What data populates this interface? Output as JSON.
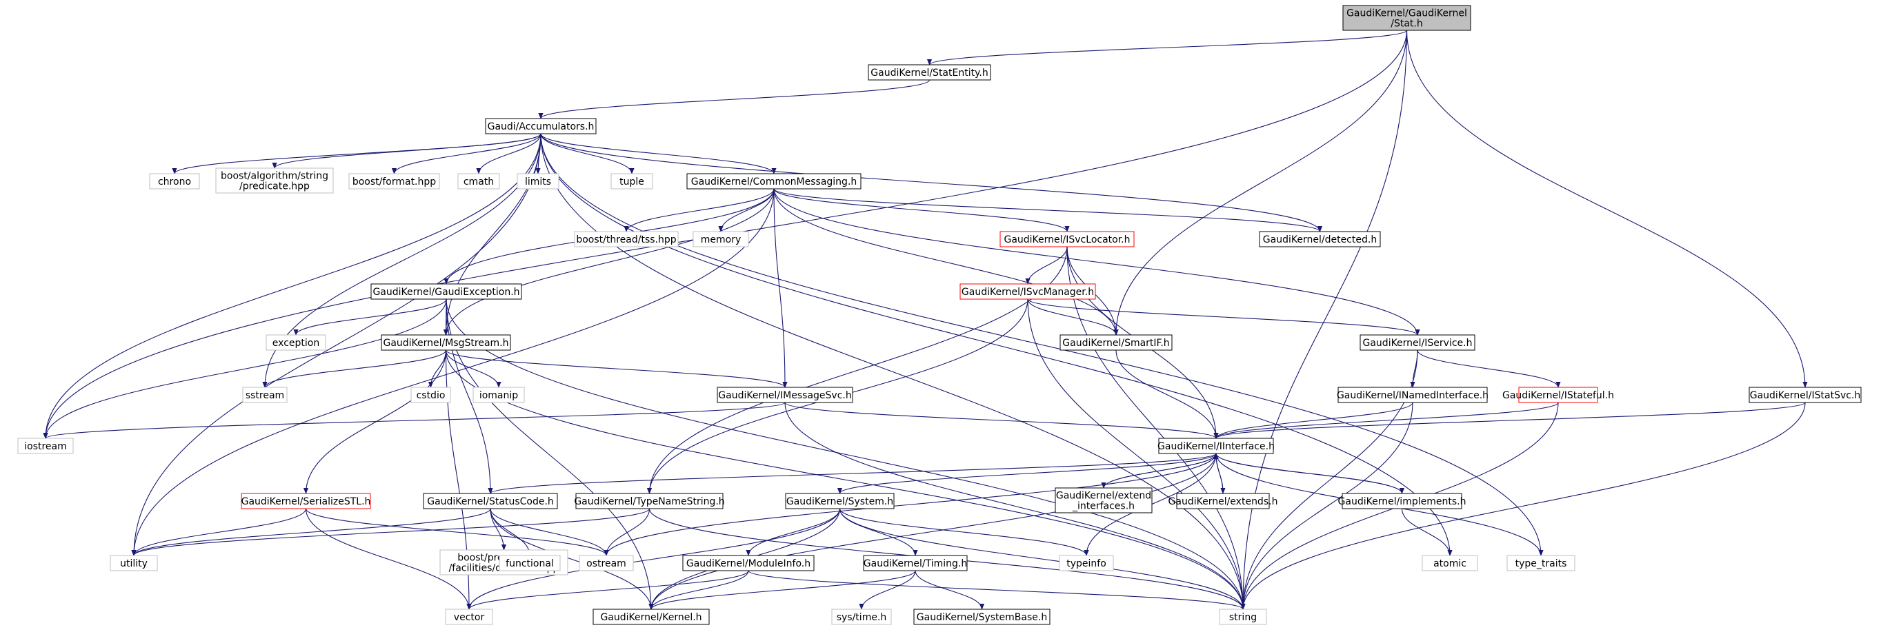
{
  "graph": {
    "colors": {
      "edge": "#191970",
      "box_border": "#000000",
      "root_fill": "#bfbfbf",
      "external_border": "#bfbfbf",
      "truncated_border": "#ff0000",
      "background": "#ffffff"
    },
    "nodes": [
      {
        "id": "root",
        "lines": [
          "GaudiKernel/GaudiKernel",
          "/Stat.h"
        ],
        "kind": "root"
      },
      {
        "id": "statentity",
        "lines": [
          "GaudiKernel/StatEntity.h"
        ],
        "kind": "header"
      },
      {
        "id": "accumulators",
        "lines": [
          "Gaudi/Accumulators.h"
        ],
        "kind": "header"
      },
      {
        "id": "chrono",
        "lines": [
          "chrono"
        ],
        "kind": "external"
      },
      {
        "id": "boost_pred",
        "lines": [
          "boost/algorithm/string",
          "/predicate.hpp"
        ],
        "kind": "external"
      },
      {
        "id": "boost_format",
        "lines": [
          "boost/format.hpp"
        ],
        "kind": "external"
      },
      {
        "id": "cmath",
        "lines": [
          "cmath"
        ],
        "kind": "external"
      },
      {
        "id": "limits",
        "lines": [
          "limits"
        ],
        "kind": "external"
      },
      {
        "id": "tuple",
        "lines": [
          "tuple"
        ],
        "kind": "external"
      },
      {
        "id": "commonmsg",
        "lines": [
          "GaudiKernel/CommonMessaging.h"
        ],
        "kind": "header"
      },
      {
        "id": "tss",
        "lines": [
          "boost/thread/tss.hpp"
        ],
        "kind": "external"
      },
      {
        "id": "memory",
        "lines": [
          "memory"
        ],
        "kind": "external"
      },
      {
        "id": "isvclocator",
        "lines": [
          "GaudiKernel/ISvcLocator.h"
        ],
        "kind": "truncated"
      },
      {
        "id": "detected",
        "lines": [
          "GaudiKernel/detected.h"
        ],
        "kind": "header"
      },
      {
        "id": "gaudiexc",
        "lines": [
          "GaudiKernel/GaudiException.h"
        ],
        "kind": "header"
      },
      {
        "id": "isvcmanager",
        "lines": [
          "GaudiKernel/ISvcManager.h"
        ],
        "kind": "truncated"
      },
      {
        "id": "exception",
        "lines": [
          "exception"
        ],
        "kind": "external"
      },
      {
        "id": "msgstream",
        "lines": [
          "GaudiKernel/MsgStream.h"
        ],
        "kind": "header"
      },
      {
        "id": "smartif",
        "lines": [
          "GaudiKernel/SmartIF.h"
        ],
        "kind": "header"
      },
      {
        "id": "iservice",
        "lines": [
          "GaudiKernel/IService.h"
        ],
        "kind": "header"
      },
      {
        "id": "sstream",
        "lines": [
          "sstream"
        ],
        "kind": "external"
      },
      {
        "id": "cstdio",
        "lines": [
          "cstdio"
        ],
        "kind": "external"
      },
      {
        "id": "iomanip",
        "lines": [
          "iomanip"
        ],
        "kind": "external"
      },
      {
        "id": "imessagesvc",
        "lines": [
          "GaudiKernel/IMessageSvc.h"
        ],
        "kind": "header"
      },
      {
        "id": "inamed",
        "lines": [
          "GaudiKernel/INamedInterface.h"
        ],
        "kind": "header"
      },
      {
        "id": "istateful",
        "lines": [
          "GaudiKernel/IStateful.h"
        ],
        "kind": "truncated"
      },
      {
        "id": "istatsvc",
        "lines": [
          "GaudiKernel/IStatSvc.h"
        ],
        "kind": "header"
      },
      {
        "id": "iostream",
        "lines": [
          "iostream"
        ],
        "kind": "external"
      },
      {
        "id": "iinterface",
        "lines": [
          "GaudiKernel/IInterface.h"
        ],
        "kind": "header"
      },
      {
        "id": "serialize",
        "lines": [
          "GaudiKernel/SerializeSTL.h"
        ],
        "kind": "truncated"
      },
      {
        "id": "statuscode",
        "lines": [
          "GaudiKernel/StatusCode.h"
        ],
        "kind": "header"
      },
      {
        "id": "typename",
        "lines": [
          "GaudiKernel/TypeNameString.h"
        ],
        "kind": "header"
      },
      {
        "id": "system",
        "lines": [
          "GaudiKernel/System.h"
        ],
        "kind": "header"
      },
      {
        "id": "extend_if",
        "lines": [
          "GaudiKernel/extend",
          "_interfaces.h"
        ],
        "kind": "header"
      },
      {
        "id": "extends",
        "lines": [
          "GaudiKernel/extends.h"
        ],
        "kind": "header"
      },
      {
        "id": "implements",
        "lines": [
          "GaudiKernel/implements.h"
        ],
        "kind": "header"
      },
      {
        "id": "utility",
        "lines": [
          "utility"
        ],
        "kind": "external"
      },
      {
        "id": "boost_pp",
        "lines": [
          "boost/preprocessor",
          "/facilities/overload.hpp"
        ],
        "kind": "external"
      },
      {
        "id": "functional",
        "lines": [
          "functional"
        ],
        "kind": "external"
      },
      {
        "id": "ostream",
        "lines": [
          "ostream"
        ],
        "kind": "external"
      },
      {
        "id": "moduleinfo",
        "lines": [
          "GaudiKernel/ModuleInfo.h"
        ],
        "kind": "header"
      },
      {
        "id": "timing",
        "lines": [
          "GaudiKernel/Timing.h"
        ],
        "kind": "header"
      },
      {
        "id": "typeinfo",
        "lines": [
          "typeinfo"
        ],
        "kind": "external"
      },
      {
        "id": "atomic",
        "lines": [
          "atomic"
        ],
        "kind": "external"
      },
      {
        "id": "type_traits",
        "lines": [
          "type_traits"
        ],
        "kind": "external"
      },
      {
        "id": "vector",
        "lines": [
          "vector"
        ],
        "kind": "external"
      },
      {
        "id": "kernel",
        "lines": [
          "GaudiKernel/Kernel.h"
        ],
        "kind": "header"
      },
      {
        "id": "systime",
        "lines": [
          "sys/time.h"
        ],
        "kind": "external"
      },
      {
        "id": "sysbase",
        "lines": [
          "GaudiKernel/SystemBase.h"
        ],
        "kind": "header"
      },
      {
        "id": "string",
        "lines": [
          "string"
        ],
        "kind": "external"
      }
    ],
    "edges": [
      [
        "root",
        "statentity"
      ],
      [
        "root",
        "iostream"
      ],
      [
        "root",
        "smartif"
      ],
      [
        "root",
        "istatsvc"
      ],
      [
        "root",
        "string"
      ],
      [
        "statentity",
        "accumulators"
      ],
      [
        "accumulators",
        "chrono"
      ],
      [
        "accumulators",
        "boost_pred"
      ],
      [
        "accumulators",
        "boost_format"
      ],
      [
        "accumulators",
        "cmath"
      ],
      [
        "accumulators",
        "limits"
      ],
      [
        "accumulators",
        "tuple"
      ],
      [
        "accumulators",
        "commonmsg"
      ],
      [
        "accumulators",
        "detected"
      ],
      [
        "accumulators",
        "msgstream"
      ],
      [
        "accumulators",
        "sstream"
      ],
      [
        "accumulators",
        "iostream"
      ],
      [
        "accumulators",
        "utility"
      ],
      [
        "accumulators",
        "atomic"
      ],
      [
        "accumulators",
        "type_traits"
      ],
      [
        "accumulators",
        "string"
      ],
      [
        "commonmsg",
        "tss"
      ],
      [
        "commonmsg",
        "memory"
      ],
      [
        "commonmsg",
        "isvclocator"
      ],
      [
        "commonmsg",
        "detected"
      ],
      [
        "commonmsg",
        "gaudiexc"
      ],
      [
        "commonmsg",
        "msgstream"
      ],
      [
        "commonmsg",
        "imessagesvc"
      ],
      [
        "commonmsg",
        "smartif"
      ],
      [
        "commonmsg",
        "iservice"
      ],
      [
        "commonmsg",
        "utility"
      ],
      [
        "isvclocator",
        "isvcmanager"
      ],
      [
        "isvclocator",
        "smartif"
      ],
      [
        "isvclocator",
        "iinterface"
      ],
      [
        "isvclocator",
        "typename"
      ],
      [
        "isvclocator",
        "string"
      ],
      [
        "isvcmanager",
        "smartif"
      ],
      [
        "isvcmanager",
        "iservice"
      ],
      [
        "isvcmanager",
        "typename"
      ],
      [
        "isvcmanager",
        "string"
      ],
      [
        "gaudiexc",
        "exception"
      ],
      [
        "gaudiexc",
        "msgstream"
      ],
      [
        "gaudiexc",
        "statuscode"
      ],
      [
        "gaudiexc",
        "iostream"
      ],
      [
        "gaudiexc",
        "kernel"
      ],
      [
        "gaudiexc",
        "string"
      ],
      [
        "msgstream",
        "sstream"
      ],
      [
        "msgstream",
        "cstdio"
      ],
      [
        "msgstream",
        "iomanip"
      ],
      [
        "msgstream",
        "imessagesvc"
      ],
      [
        "msgstream",
        "serialize"
      ],
      [
        "msgstream",
        "vector"
      ],
      [
        "msgstream",
        "string"
      ],
      [
        "imessagesvc",
        "iinterface"
      ],
      [
        "imessagesvc",
        "iostream"
      ],
      [
        "imessagesvc",
        "string"
      ],
      [
        "smartif",
        "iinterface"
      ],
      [
        "iservice",
        "inamed"
      ],
      [
        "iservice",
        "istateful"
      ],
      [
        "iservice",
        "string"
      ],
      [
        "inamed",
        "iinterface"
      ],
      [
        "inamed",
        "string"
      ],
      [
        "istateful",
        "iinterface"
      ],
      [
        "istateful",
        "string"
      ],
      [
        "istatsvc",
        "iinterface"
      ],
      [
        "istatsvc",
        "string"
      ],
      [
        "iinterface",
        "statuscode"
      ],
      [
        "iinterface",
        "system"
      ],
      [
        "iinterface",
        "extend_if"
      ],
      [
        "iinterface",
        "extends"
      ],
      [
        "iinterface",
        "implements"
      ],
      [
        "iinterface",
        "typeinfo"
      ],
      [
        "iinterface",
        "ostream"
      ],
      [
        "iinterface",
        "type_traits"
      ],
      [
        "iinterface",
        "kernel"
      ],
      [
        "extend_if",
        "iinterface"
      ],
      [
        "extends",
        "iinterface"
      ],
      [
        "implements",
        "iinterface"
      ],
      [
        "implements",
        "atomic"
      ],
      [
        "serialize",
        "utility"
      ],
      [
        "serialize",
        "ostream"
      ],
      [
        "serialize",
        "vector"
      ],
      [
        "statuscode",
        "utility"
      ],
      [
        "statuscode",
        "boost_pp"
      ],
      [
        "statuscode",
        "functional"
      ],
      [
        "statuscode",
        "ostream"
      ],
      [
        "statuscode",
        "kernel"
      ],
      [
        "typename",
        "utility"
      ],
      [
        "typename",
        "ostream"
      ],
      [
        "typename",
        "string"
      ],
      [
        "system",
        "moduleinfo"
      ],
      [
        "system",
        "timing"
      ],
      [
        "system",
        "typeinfo"
      ],
      [
        "system",
        "kernel"
      ],
      [
        "system",
        "vector"
      ],
      [
        "system",
        "string"
      ],
      [
        "moduleinfo",
        "kernel"
      ],
      [
        "moduleinfo",
        "vector"
      ],
      [
        "moduleinfo",
        "string"
      ],
      [
        "timing",
        "systime"
      ],
      [
        "timing",
        "sysbase"
      ],
      [
        "timing",
        "kernel"
      ]
    ]
  }
}
